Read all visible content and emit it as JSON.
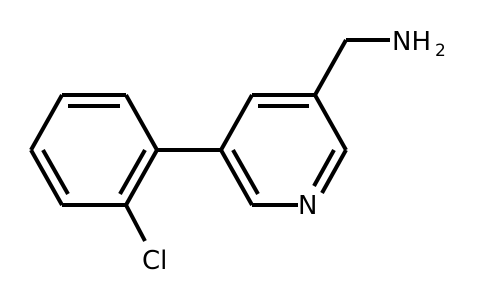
{
  "molecule": {
    "colors": {
      "bond": "#000000",
      "label": "#000000",
      "background": "#ffffff"
    },
    "labels": {
      "amine": {
        "main": "NH",
        "sub": "2"
      },
      "pyridine_n": "N",
      "chlorine": "Cl"
    }
  }
}
